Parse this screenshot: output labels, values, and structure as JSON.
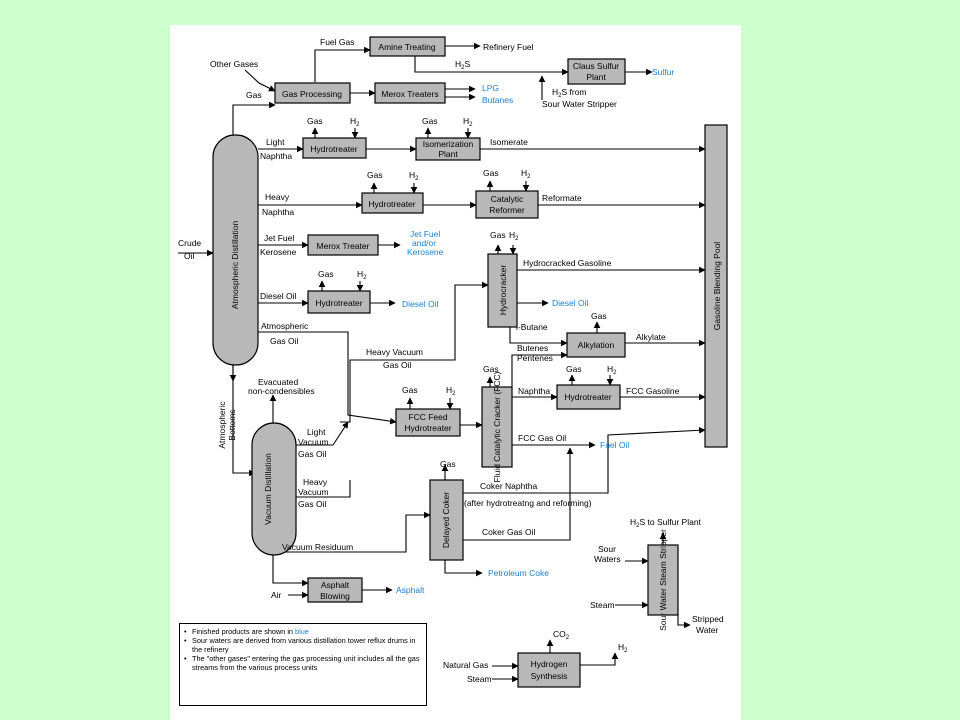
{
  "colors": {
    "background": "#ccffcc",
    "panel": "#ffffff",
    "box_fill": "#b8b8b8",
    "product_blue": "#1a7fd4"
  },
  "labels": {
    "fuel_gas": "Fuel  Gas",
    "amine": "Amine Treating",
    "refinery_fuel": "Refinery Fuel",
    "h2s": "H",
    "h2s_sub": "2",
    "h2s_tail": "S",
    "claus_1": "Claus Sulfur",
    "claus_2": "Plant",
    "sulfur": "Sulfur",
    "h2s_from_1": "H",
    "h2s_from_sub": "2",
    "h2s_from_tail": "S from",
    "h2s_from_2": "Sour Water Stripper",
    "other_gases": "Other Gases",
    "gas": "Gas",
    "gas_processing": "Gas Processing",
    "merox_treaters": "Merox Treaters",
    "lpg": "LPG",
    "butanes": "Butanes",
    "h2": "H",
    "h2_sub": "2",
    "light": "Light",
    "naphtha": "Naphtha",
    "hydrotreater": "Hydrotreater",
    "isomerization_1": "Isomerization",
    "isomerization_2": "Plant",
    "isomerate": "Isomerate",
    "atm_distillation": "Atmospheric Distillation",
    "heavy": "Heavy",
    "catalytic_1": "Catalytic",
    "catalytic_2": "Reformer",
    "reformate": "Reformate",
    "crude": "Crude",
    "oil": "Oil",
    "jet_fuel": "Jet Fuel",
    "kerosene": "Kerosene",
    "merox_treater": "Merox Treater",
    "jet_prod_1": "Jet Fuel",
    "jet_prod_2": "and/or",
    "jet_prod_3": "Kerosene",
    "hydrocracker": "Hydrocracker",
    "hydrocracked_gasoline": "Hydrocracked Gasoline",
    "gasoline_pool": "Gasoline Blending Pool",
    "diesel_oil": "Diesel Oil",
    "diesel_prod": "Diesel Oil",
    "i_butane": "i-Butane",
    "alkylation": "Alkylation",
    "alkylate": "Alkylate",
    "atmospheric": "Atmospheric",
    "gas_oil": "Gas Oil",
    "heavy_vacuum": "Heavy Vacuum",
    "butenes": "Butenes",
    "pentenes": "Pentenes",
    "evacuated_1": "Evacuated",
    "evacuated_2": "non-condensibles",
    "fcc_naphtha": "Naphtha",
    "fcc_gasoline": "FCC Gasoline",
    "atm_bottoms_1": "Atmospheric",
    "atm_bottoms_2": "Bottoms",
    "fcc_feed_1": "FCC Feed",
    "fcc_feed_2": "Hydrotreater",
    "fcc_unit": "Fluid Catalytic Cracker (FCC)",
    "light_vacuum_1": "Light",
    "light_vacuum_2": "Vacuum",
    "light_vacuum_3": "Gas Oil",
    "fcc_gas_oil": "FCC Gas Oil",
    "fuel_oil": "Fuel Oil",
    "vacuum_distillation": "Vacuum Distillation",
    "heavy_vacuum_1": "Heavy",
    "heavy_vacuum_2": "Vacuum",
    "heavy_vacuum_3": "Gas Oil",
    "coker_naphtha": "Coker Naphtha",
    "after_hydrotreating": "(after hydrotreatng and reforming)",
    "delayed_coker": "Delayed Coker",
    "coker_gas_oil": "Coker Gas Oil",
    "h2s_to_sulfur": "S to Sulfur Plant",
    "vacuum_residuum": "Vacuum Residuum",
    "sour_1": "Sour",
    "sour_2": "Waters",
    "petroleum_coke": "Petroleum Coke",
    "sour_stripper": "Sour Water Steam Stripper",
    "air": "Air",
    "asphalt_1": "Asphalt",
    "asphalt_2": "Blowing",
    "asphalt_prod": "Asphalt",
    "steam": "Steam",
    "stripped_1": "Stripped",
    "stripped_2": "Water",
    "co2": "CO",
    "co2_sub": "2",
    "natural_gas": "Natural Gas",
    "hydrogen_1": "Hydrogen",
    "hydrogen_2": "Synthesis"
  },
  "legend": {
    "bullet": "•",
    "item1_pre": "Finished products are shown in ",
    "item1_blue": "blue",
    "item2": "Sour waters are derived from various distillation tower reflux drums in the refinery",
    "item3": "The \"other gases\" entering the gas processing unit includes all the gas streams from the various process units"
  }
}
